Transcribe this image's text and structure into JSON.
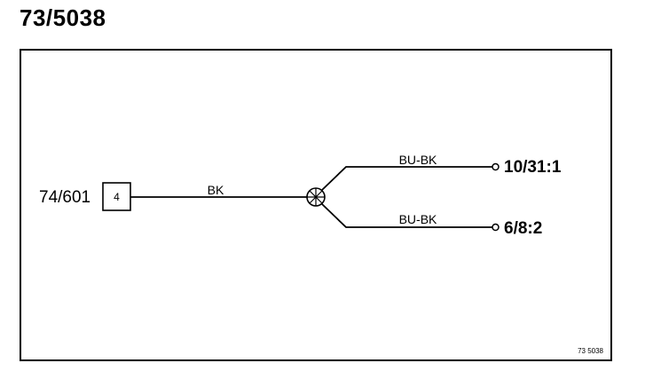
{
  "title": "73/5038",
  "diagram": {
    "source_connector": {
      "label": "74/601",
      "pin": "4"
    },
    "main_wire": {
      "color_code": "BK"
    },
    "splice": {
      "icon": "splice-icon"
    },
    "branches": [
      {
        "color_code": "BU-BK",
        "terminal": "10/31:1"
      },
      {
        "color_code": "BU-BK",
        "terminal": "6/8:2"
      }
    ],
    "reference": "73 5038"
  },
  "colors": {
    "line": "#000000",
    "background": "#ffffff"
  }
}
